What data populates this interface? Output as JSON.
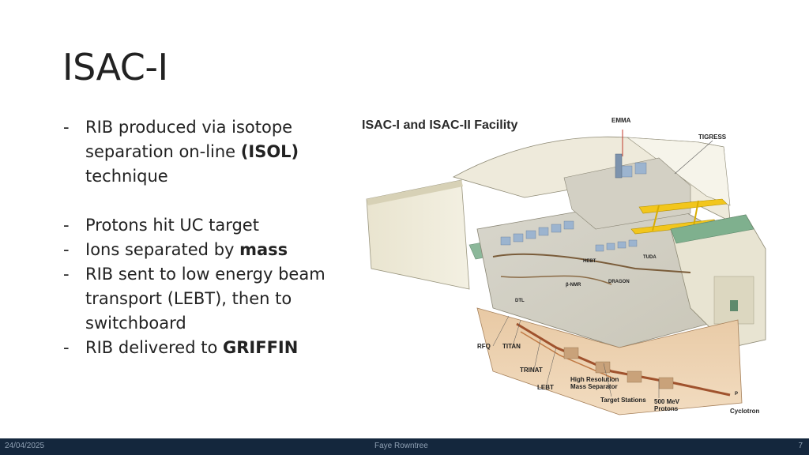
{
  "slide": {
    "title": "ISAC-I",
    "bullets": {
      "b1_line1": "RIB produced via isotope",
      "b1_line2_pre": "separation on-line ",
      "b1_line2_bold": "(ISOL)",
      "b1_line3": "technique",
      "b2": "Protons hit UC target",
      "b3_pre": "Ions separated by ",
      "b3_bold": "mass",
      "b4_line1": "RIB sent to low energy beam",
      "b4_line2": "transport (LEBT), then to",
      "b4_line3": "switchboard",
      "b5_pre": "RIB delivered to ",
      "b5_bold": "GRIFFIN",
      "dash": "-"
    }
  },
  "figure": {
    "title": "ISAC-I and ISAC-II Facility",
    "labels": {
      "emma": "EMMA",
      "tigress": "TIGRESS",
      "rfq": "RFQ",
      "titan": "TITAN",
      "trinat": "TRINAT",
      "lebt": "LEBT",
      "hrms_line1": "High Resolution",
      "hrms_line2": "Mass Separator",
      "target_stations": "Target Stations",
      "protons_line1": "500 MeV",
      "protons_line2": "Protons",
      "cyclotron": "Cyclotron",
      "hebt": "HEBT",
      "tuda": "TUDA",
      "dragon": "DRAGON",
      "dtl": "DTL",
      "beta_nmr": "β-NMR",
      "p": "P"
    }
  },
  "footer": {
    "date": "24/04/2025",
    "author": "Faye Rowntree",
    "page": "7"
  }
}
